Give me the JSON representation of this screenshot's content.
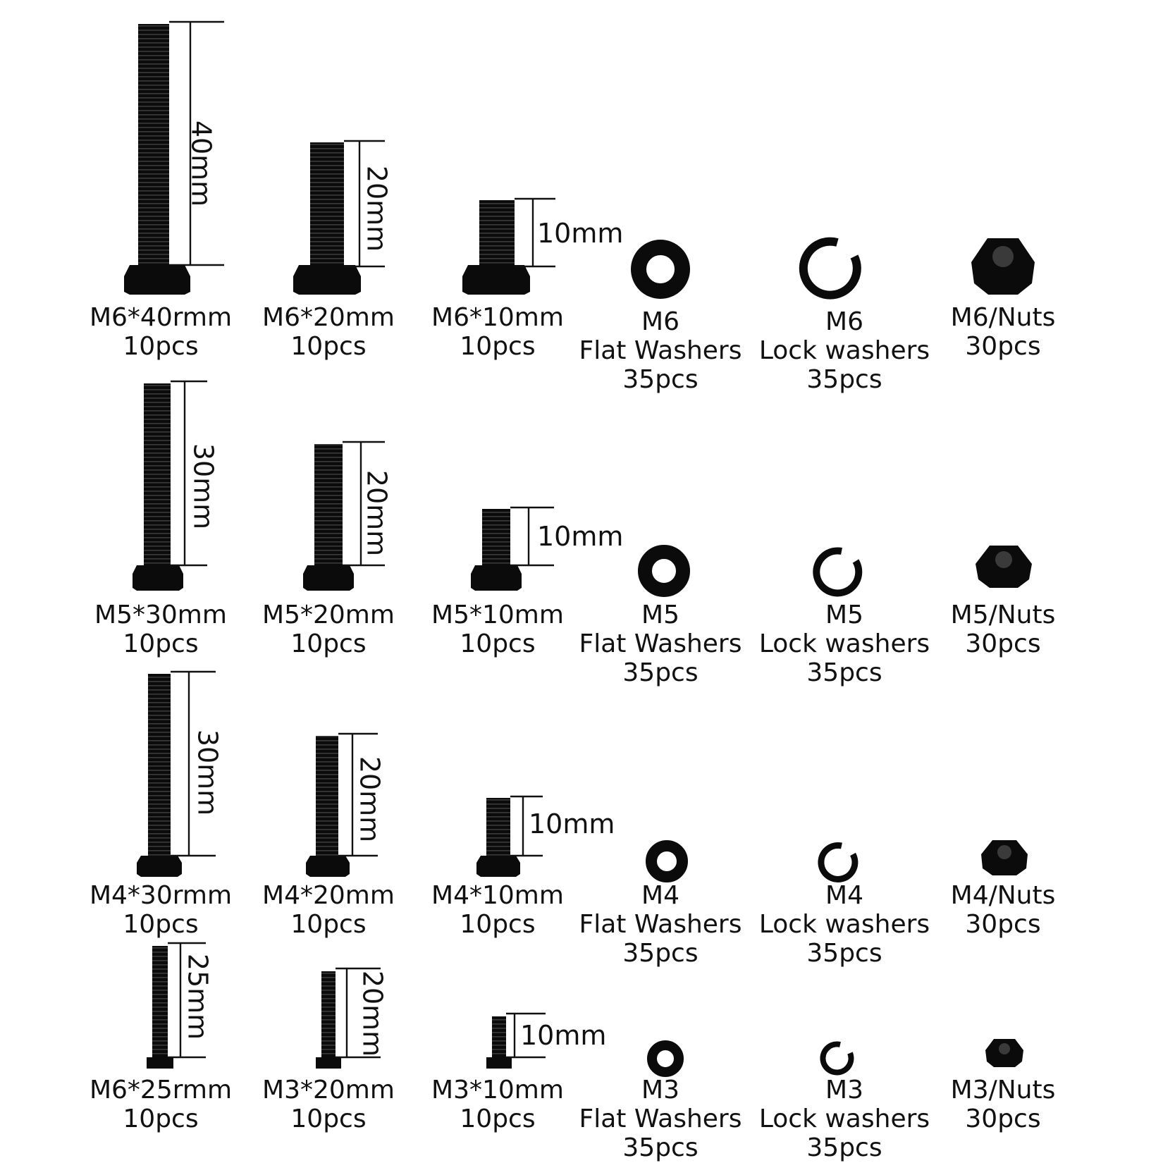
{
  "colors": {
    "part": "#0b0b0b",
    "thread": "#2e2e2e",
    "highlight": "#3a3a3a",
    "text": "#111111"
  },
  "rows": [
    {
      "bolts": [
        {
          "dimension": "40mm",
          "name": "M6*40rmm",
          "qty": "10pcs",
          "length": 40
        },
        {
          "dimension": "20mm",
          "name": "M6*20mm",
          "qty": "10pcs",
          "length": 20
        },
        {
          "dimension": "10mm",
          "name": "M6*10mm",
          "qty": "10pcs",
          "length": 10
        }
      ],
      "flat_washer": {
        "size": "M6",
        "type": "Flat Washers",
        "qty": "35pcs"
      },
      "lock_washer": {
        "size": "M6",
        "type": "Lock washers",
        "qty": "35pcs"
      },
      "nut": {
        "name": "M6/Nuts",
        "qty": "30pcs"
      }
    },
    {
      "bolts": [
        {
          "dimension": "30mm",
          "name": "M5*30mm",
          "qty": "10pcs",
          "length": 30
        },
        {
          "dimension": "20mm",
          "name": "M5*20mm",
          "qty": "10pcs",
          "length": 20
        },
        {
          "dimension": "10mm",
          "name": "M5*10mm",
          "qty": "10pcs",
          "length": 10
        }
      ],
      "flat_washer": {
        "size": "M5",
        "type": "Flat Washers",
        "qty": "35pcs"
      },
      "lock_washer": {
        "size": "M5",
        "type": "Lock washers",
        "qty": "35pcs"
      },
      "nut": {
        "name": "M5/Nuts",
        "qty": "30pcs"
      }
    },
    {
      "bolts": [
        {
          "dimension": "30mm",
          "name": "M4*30rmm",
          "qty": "10pcs",
          "length": 30
        },
        {
          "dimension": "20mm",
          "name": "M4*20mm",
          "qty": "10pcs",
          "length": 20
        },
        {
          "dimension": "10mm",
          "name": "M4*10mm",
          "qty": "10pcs",
          "length": 10
        }
      ],
      "flat_washer": {
        "size": "M4",
        "type": "Flat Washers",
        "qty": "35pcs"
      },
      "lock_washer": {
        "size": "M4",
        "type": "Lock washers",
        "qty": "35pcs"
      },
      "nut": {
        "name": "M4/Nuts",
        "qty": "30pcs"
      }
    },
    {
      "bolts": [
        {
          "dimension": "25mm",
          "name": "M6*25rmm",
          "qty": "10pcs",
          "length": 25
        },
        {
          "dimension": "20mm",
          "name": "M3*20mm",
          "qty": "10pcs",
          "length": 20
        },
        {
          "dimension": "10mm",
          "name": "M3*10mm",
          "qty": "10pcs",
          "length": 10
        }
      ],
      "flat_washer": {
        "size": "M3",
        "type": "Flat Washers",
        "qty": "35pcs"
      },
      "lock_washer": {
        "size": "M3",
        "type": "Lock washers",
        "qty": "35pcs"
      },
      "nut": {
        "name": "M3/Nuts",
        "qty": "30pcs"
      }
    }
  ]
}
